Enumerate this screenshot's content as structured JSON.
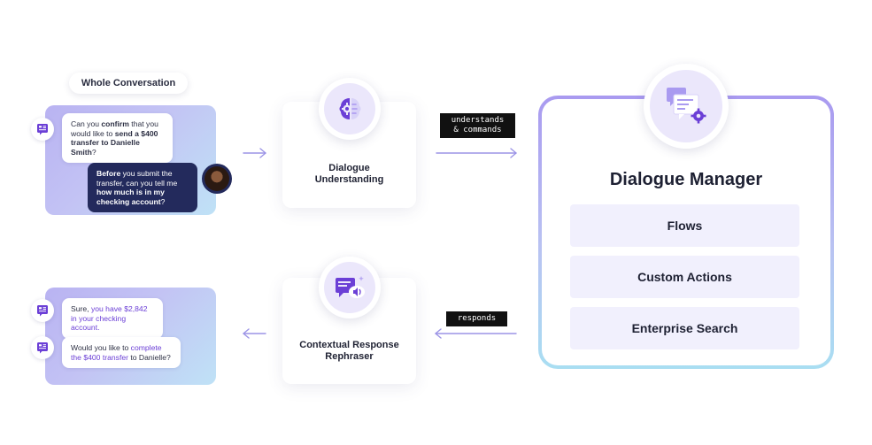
{
  "conversation": {
    "title": "Whole Conversation",
    "top": {
      "bot_msg": {
        "p1": "Can you ",
        "b1": "confirm",
        "p2": " that you would like to ",
        "b2": "send a $400 transfer to Danielle Smith",
        "p3": "?"
      },
      "user_msg": {
        "b1": "Before",
        "p1": " you submit the transfer, can you tell me ",
        "b2": "how much is in my checking account",
        "p2": "?"
      }
    },
    "bottom": {
      "bot_msg_1": {
        "p1": "Sure, ",
        "h1": "you have $2,842 in your checking account."
      },
      "bot_msg_2": {
        "p1": "Would you like to ",
        "h1": "complete the $400 transfer",
        "p2": " to Danielle?"
      }
    }
  },
  "dialogue_understanding": {
    "label_line1": "Dialogue",
    "label_line2": "Understanding"
  },
  "contextual_response": {
    "label_line1": "Contextual Response",
    "label_line2": "Rephraser"
  },
  "tags": {
    "understands_line1": "understands",
    "understands_line2": "& commands",
    "responds": "responds"
  },
  "dialogue_manager": {
    "title": "Dialogue Manager",
    "items": [
      "Flows",
      "Custom Actions",
      "Enterprise Search"
    ]
  },
  "icons": {
    "bot": "bot-chat-icon",
    "user": "user-avatar",
    "du": "brain-gear-icon",
    "cr": "speech-speaker-icon",
    "dm": "chat-bubbles-gear-icon"
  },
  "colors": {
    "accent_purple": "#6b3fd6",
    "navy_bubble": "#232a5c",
    "arrow": "#9c94e6",
    "dm_item_bg": "#f1f0fd"
  }
}
